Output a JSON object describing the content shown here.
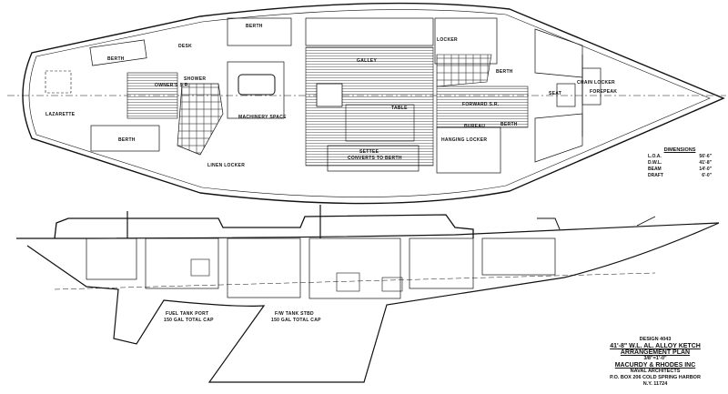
{
  "plan_labels": {
    "lazarette": "LAZARETTE",
    "berth_aft_port": "BERTH",
    "berth_aft_stbd": "BERTH",
    "berth_mid": "BERTH",
    "berth_fwd_port": "BERTH",
    "berth_fwd_stbd": "BERTH",
    "owners_sr": "OWNER'S S.R.",
    "shower": "SHOWER",
    "desk": "DESK",
    "linen_locker": "LINEN LOCKER",
    "machinery_space": "MACHINERY SPACE",
    "galley": "GALLEY",
    "table": "TABLE",
    "settee": "SETTEE",
    "settee_note": "CONVERTS TO BERTH",
    "forward_sr": "FORWARD S.R.",
    "seat": "SEAT",
    "chain_locker": "CHAIN LOCKER",
    "forepeak": "FOREPEAK",
    "locker": "LOCKER",
    "bureau": "BUREAU",
    "hanging_locker": "HANGING LOCKER"
  },
  "profile_labels": {
    "fuel_tank_port": "FUEL TANK PORT",
    "fuel_tank_port_cap": "150 GAL TOTAL CAP",
    "fuel_tank_stbd": "F/W TANK STBD",
    "fuel_tank_stbd_cap": "150 GAL TOTAL CAP"
  },
  "dimensions": {
    "title": "DIMENSIONS",
    "rows": [
      {
        "label": "L.O.A.",
        "value": "56'-6\""
      },
      {
        "label": "D.W.L.",
        "value": "41'-8\""
      },
      {
        "label": "BEAM",
        "value": "14'-0\""
      },
      {
        "label": "DRAFT",
        "value": "6'-0\""
      }
    ]
  },
  "title_block": {
    "design": "DESIGN 4043",
    "title1": "41'-8\" W.L. AL. ALLOY KETCH",
    "title2": "ARRANGEMENT PLAN",
    "scale": "3/8\"=1'-0\"",
    "firm": "MACURDY & RHODES INC",
    "firm_sub": "NAVAL ARCHITECTS",
    "address": "P.O. BOX 206 COLD SPRING HARBOR",
    "address2": "N.Y. 11724"
  },
  "colors": {
    "ink": "#111111",
    "paper": "#ffffff"
  }
}
